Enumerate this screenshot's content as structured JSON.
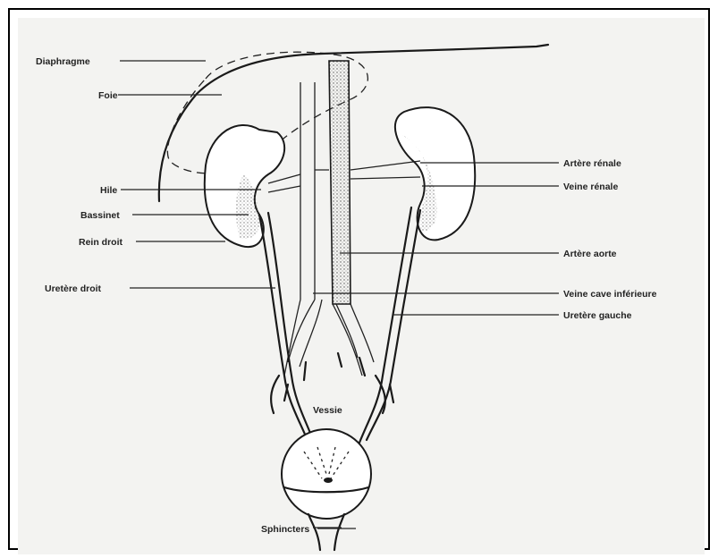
{
  "figure": {
    "labels": {
      "diaphragme": "Diaphragme",
      "foie": "Foie",
      "hile": "Hile",
      "bassinet": "Bassinet",
      "rein_droit": "Rein droit",
      "uretere_droit": "Uretère droit",
      "artere_renale": "Artère rénale",
      "veine_renale": "Veine rénale",
      "artere_aorte": "Artère aorte",
      "veine_cave_inferieure": "Veine cave inférieure",
      "uretere_gauche": "Uretère gauche",
      "vessie": "Vessie",
      "sphincters": "Sphincters"
    }
  },
  "colors": {
    "ink": "#1a1a1a",
    "paper": "#f3f3f1",
    "frame": "#000000"
  }
}
